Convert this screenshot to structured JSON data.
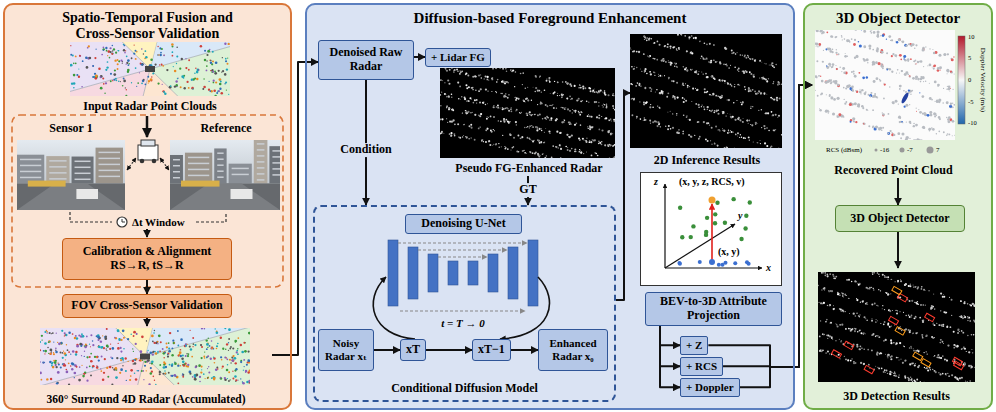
{
  "diagram": {
    "nodes": [
      {
        "text": [
          "Spatio-Temporal Fusion and Cross-Sensor Validation"
        ]
      },
      {
        "text": [
          "Input Radar Point Clouds"
        ],
        "in": 0
      },
      {
        "text": [
          "Sensor 1"
        ],
        "in": 0
      },
      {
        "text": [
          "Reference"
        ],
        "in": 0
      },
      {
        "text": [
          "Calibration & Alignment",
          "RS→R, tS→R"
        ],
        "in": 0
      },
      {
        "text": [
          "FOV Cross-Sensor Validation"
        ],
        "in": 0
      },
      {
        "text": [
          "360° Surround 4D Radar (Accumulated)"
        ],
        "in": 0
      },
      {
        "text": [
          "Diffusion-based Foreground Enhancement"
        ]
      },
      {
        "text": [
          "Denoised Raw Radar"
        ],
        "in": 7
      },
      {
        "text": [
          "+ Lidar FG"
        ],
        "in": 7
      },
      {
        "text": [
          "Pseudo FG-Enhanced Radar"
        ],
        "in": 7
      },
      {
        "text": [
          "Conditional Diffusion Model"
        ],
        "in": 7
      },
      {
        "text": [
          "Denoising U-Net"
        ],
        "in": 11
      },
      {
        "text": [
          "Noisy Radar xₜ"
        ],
        "in": 11
      },
      {
        "text": [
          "xT"
        ],
        "in": 11
      },
      {
        "text": [
          "xT−1"
        ],
        "in": 11
      },
      {
        "text": [
          "Enhanced Radar x₀"
        ],
        "in": 11
      },
      {
        "text": [
          "2D Inference Results"
        ],
        "in": 7
      },
      {
        "text": [
          "(x, y, z, RCS, v)",
          "(x, y)",
          "z",
          "y",
          "x"
        ],
        "in": 7
      },
      {
        "text": [
          "BEV-to-3D Attribute Projection"
        ],
        "in": 7
      },
      {
        "text": [
          "+ Z"
        ],
        "in": 7
      },
      {
        "text": [
          "+ RCS"
        ],
        "in": 7
      },
      {
        "text": [
          "+ Doppler"
        ],
        "in": 7
      },
      {
        "text": [
          "3D Object Detector"
        ]
      },
      {
        "text": [
          "Recovered Point Cloud"
        ],
        "in": 23
      },
      {
        "text": [
          "3D Object Detector"
        ],
        "in": 23
      },
      {
        "text": [
          "3D Detection Results"
        ],
        "in": 23
      }
    ],
    "edges": [
      {
        "from": 4,
        "to": 5,
        "arrow": "to"
      },
      {
        "from": 5,
        "to": 6,
        "arrow": "to"
      },
      {
        "from": 6,
        "to": 8,
        "arrow": "to"
      },
      {
        "from": 8,
        "to": 9,
        "arrow": "to"
      },
      {
        "from": 8,
        "to": 11,
        "label": "Condition",
        "arrow": "to"
      },
      {
        "from": 10,
        "to": 11,
        "label": "GT",
        "arrow": "to"
      },
      {
        "from": 13,
        "to": 14,
        "arrow": "to"
      },
      {
        "from": 14,
        "to": 15,
        "arrow": "to"
      },
      {
        "from": 15,
        "to": 16,
        "arrow": "to"
      },
      {
        "from": 11,
        "to": 17,
        "arrow": "to"
      },
      {
        "from": 19,
        "to": 20,
        "arrow": "to"
      },
      {
        "from": 19,
        "to": 21,
        "arrow": "to"
      },
      {
        "from": 19,
        "to": 22,
        "arrow": "to"
      },
      {
        "from": 20,
        "to": 24,
        "arrow": "to"
      },
      {
        "from": 21,
        "to": 24,
        "arrow": "to"
      },
      {
        "from": 22,
        "to": 24,
        "arrow": "to"
      },
      {
        "from": 24,
        "to": 25,
        "arrow": "to"
      },
      {
        "from": 25,
        "to": 26,
        "arrow": "to"
      }
    ],
    "labels": [
      "Δt Window",
      "Doppler Velocity (m/s)",
      "10",
      "5",
      "0",
      "-5",
      "-10",
      "RCS (dBsm)",
      "-16",
      "-7",
      "7",
      "t = T → 0"
    ]
  }
}
